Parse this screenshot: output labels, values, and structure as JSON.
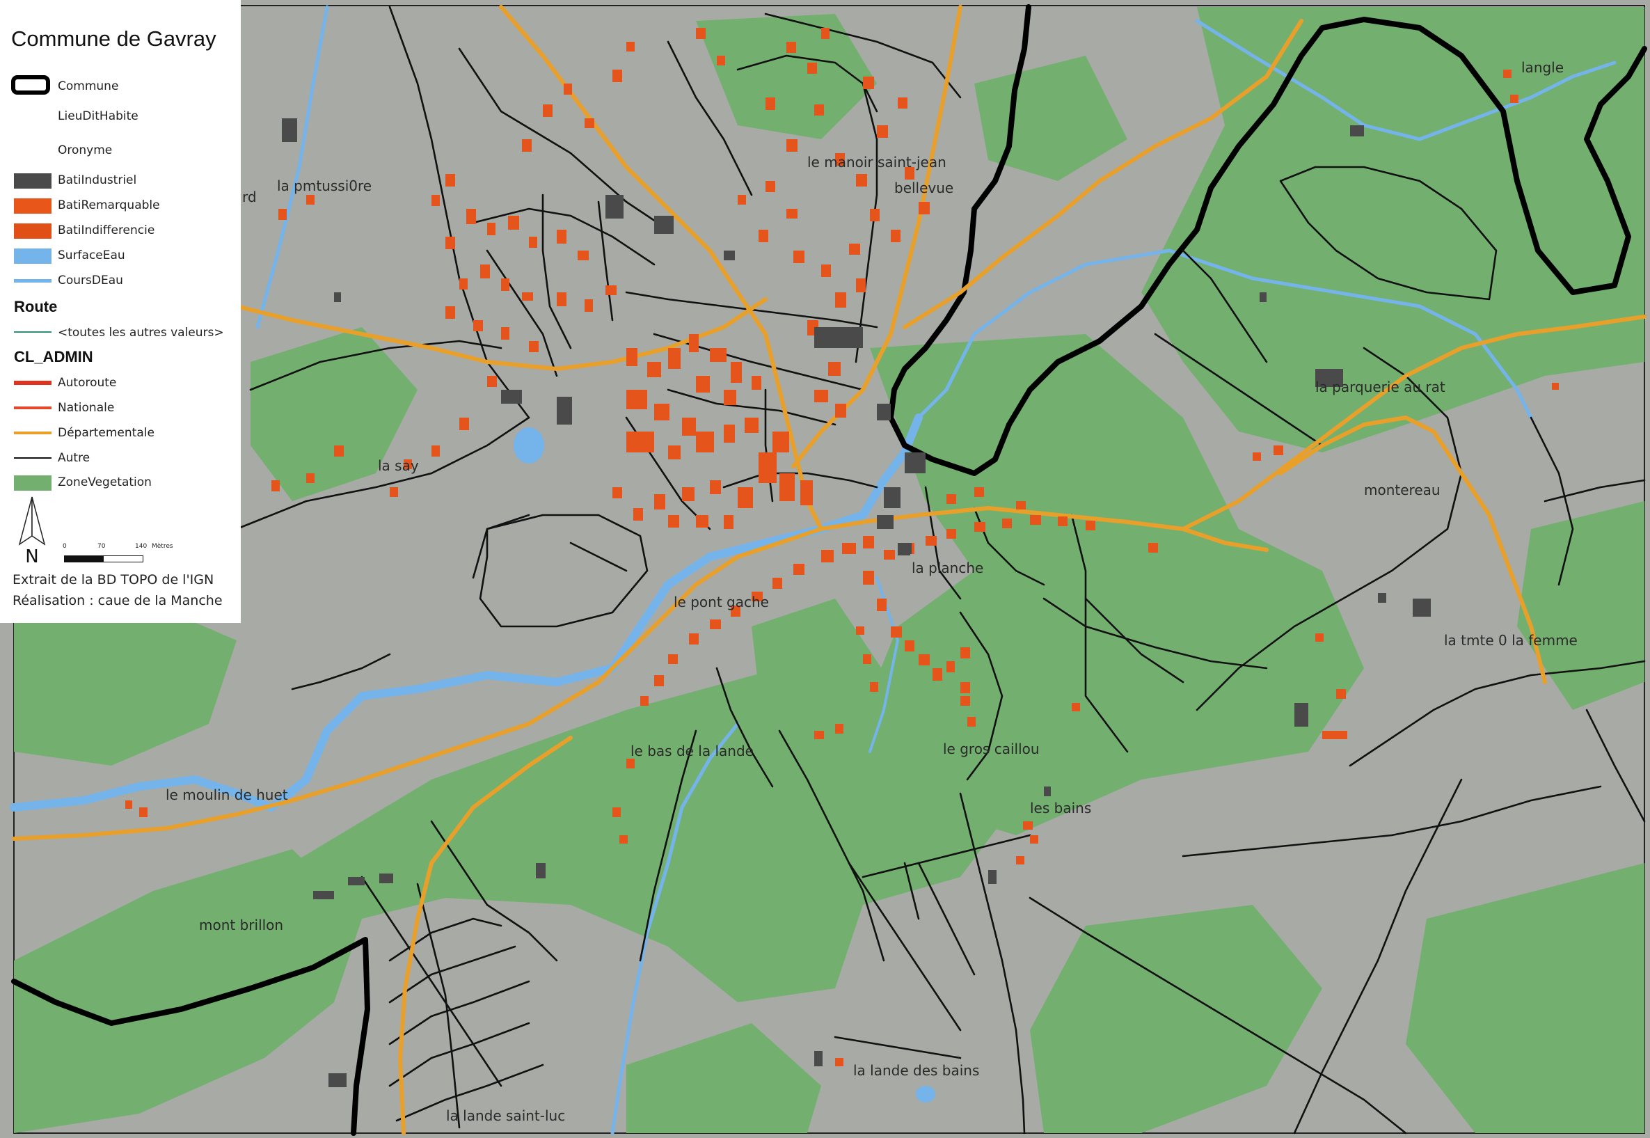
{
  "map": {
    "title": "Commune de Gavray",
    "colors": {
      "background_grey": "#a8aaa6",
      "vegetation": "#73b06f",
      "water": "#74b4ea",
      "bati": "#e5541b",
      "bati_industriel": "#4a4a4a",
      "departementale": "#e8a02a",
      "autre": "#111111",
      "commune": "#000000"
    },
    "place_names": [
      "langle",
      "le manoir saint-jean",
      "bellevue",
      "la pmtussi0re",
      "rd",
      "la say",
      "la parquerie au rat",
      "montereau",
      "la planche",
      "le pont gache",
      "la tmte 0 la femme",
      "le bas de la lande",
      "le gros caillou",
      "les bains",
      "le moulin de huet",
      "mont brillon",
      "la lande des bains",
      "la lande saint-luc"
    ]
  },
  "legend": {
    "items": [
      {
        "label": "Commune",
        "symbol": "commune"
      },
      {
        "label": "LieuDitHabite",
        "symbol": "none"
      },
      {
        "label": "Oronyme",
        "symbol": "none"
      },
      {
        "label": "BatiIndustriel",
        "symbol": "bati-industriel"
      },
      {
        "label": "BatiRemarquable",
        "symbol": "bati-remarquable"
      },
      {
        "label": "BatiIndifferencie",
        "symbol": "bati-indifferencie"
      },
      {
        "label": "SurfaceEau",
        "symbol": "surface-eau"
      },
      {
        "label": "CoursDEau",
        "symbol": "cours-eau"
      }
    ],
    "route_heading": "Route",
    "route_items": [
      {
        "label": "<toutes les autres valeurs>",
        "symbol": "route-other"
      }
    ],
    "admin_heading": "CL_ADMIN",
    "admin_items": [
      {
        "label": "Autoroute",
        "symbol": "autoroute"
      },
      {
        "label": "Nationale",
        "symbol": "nationale"
      },
      {
        "label": "Départementale",
        "symbol": "departementale"
      },
      {
        "label": "Autre",
        "symbol": "autre"
      },
      {
        "label": "ZoneVegetation",
        "symbol": "zone-vegetation"
      }
    ],
    "north_label": "N",
    "scale": {
      "labels": [
        "0",
        "70",
        "140"
      ],
      "unit": "Mètres"
    },
    "credits": [
      "Extrait de la BD TOPO de l'IGN",
      "Réalisation : caue de la Manche"
    ]
  }
}
